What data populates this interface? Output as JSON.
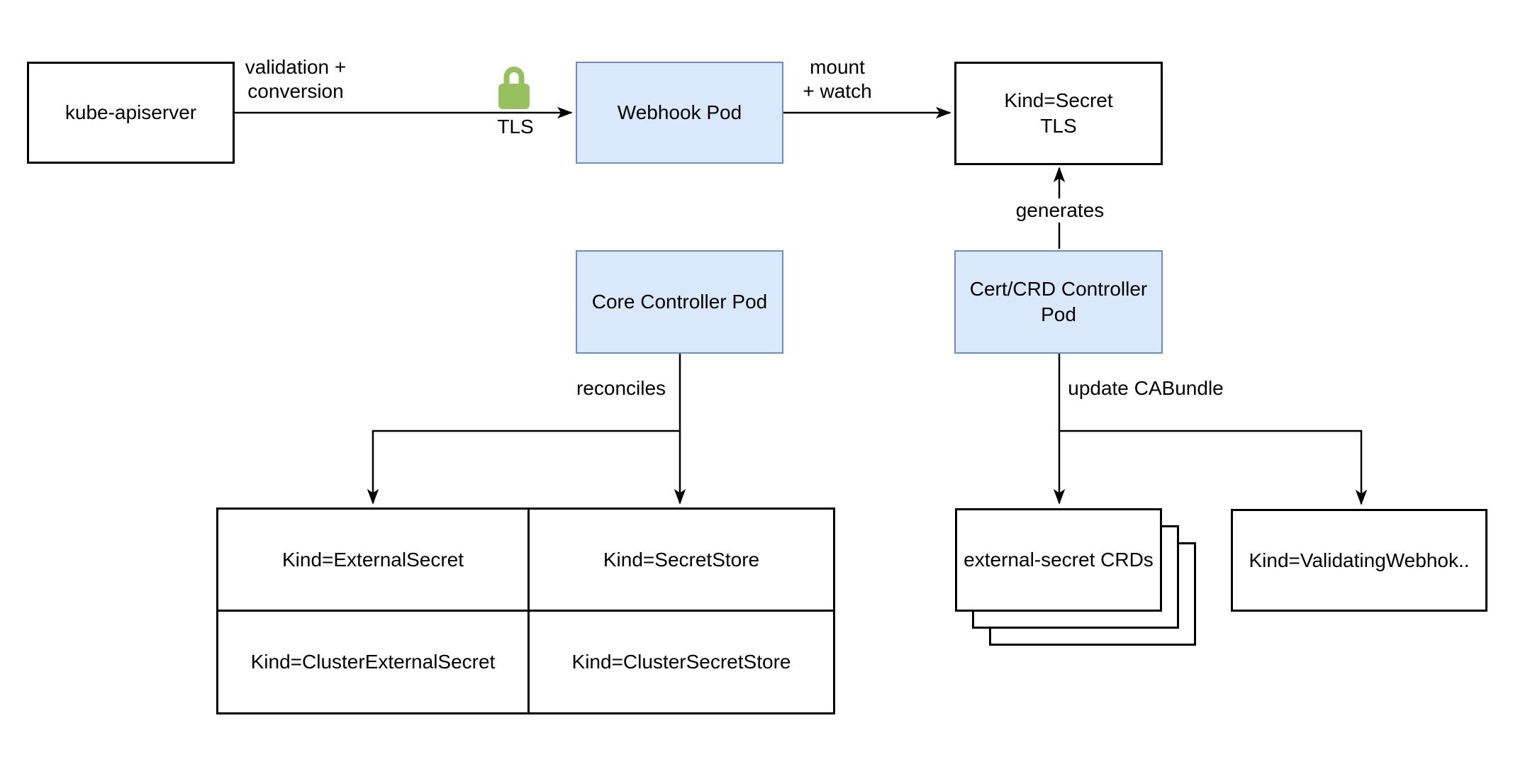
{
  "diagram": {
    "nodes": {
      "kube_apiserver": "kube-apiserver",
      "webhook_pod": "Webhook Pod",
      "kind_secret_tls": "Kind=Secret\nTLS",
      "core_controller_pod": "Core Controller Pod",
      "cert_crd_controller_pod": "Cert/CRD Controller\nPod",
      "external_secret_crds": "external-secret CRDs",
      "kind_validating_webhook": "Kind=ValidatingWebhok.."
    },
    "table": {
      "rows": [
        [
          "Kind=ExternalSecret",
          "Kind=SecretStore"
        ],
        [
          "Kind=ClusterExternalSecret",
          "Kind=ClusterSecretStore"
        ]
      ]
    },
    "edge_labels": {
      "validation_conversion": "validation +\nconversion",
      "tls": "TLS",
      "mount_watch": "mount\n+ watch",
      "generates": "generates",
      "reconciles": "reconciles",
      "update_cabundle": "update CABundle"
    },
    "icons": {
      "lock": "padlock"
    },
    "colors": {
      "background": "#ffffff",
      "pod_fill": "#dae8fc",
      "pod_border": "#6c8ebf",
      "box_fill": "#ffffff",
      "box_border": "#000000",
      "edge": "#000000",
      "lock_green": "#97c15f"
    }
  }
}
